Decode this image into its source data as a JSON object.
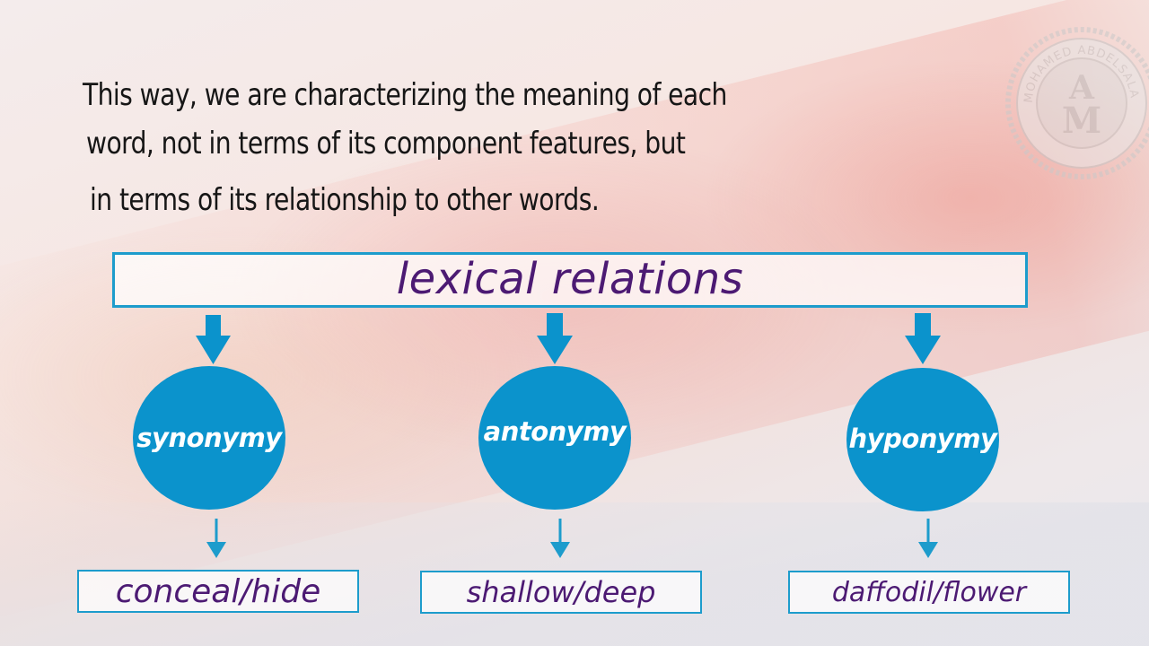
{
  "intro": {
    "line1": "This way, we are characterizing the meaning of each",
    "line2": "word, not in terms of its component features, but",
    "line3": "in terms of its relationship to other words."
  },
  "diagram": {
    "root": "lexical relations",
    "branches": [
      {
        "label": "synonymy",
        "example": "conceal/hide"
      },
      {
        "label": "antonymy",
        "example": "shallow/deep"
      },
      {
        "label": "hyponymy",
        "example": "daffodil/flower"
      }
    ]
  },
  "logo": {
    "text": "MOHAMED ABDELSALAM",
    "initials": "AM"
  },
  "colors": {
    "accent": "#0b93cc",
    "border": "#1d9ccc",
    "label_text": "#4c1a73",
    "body_text": "#161616"
  }
}
